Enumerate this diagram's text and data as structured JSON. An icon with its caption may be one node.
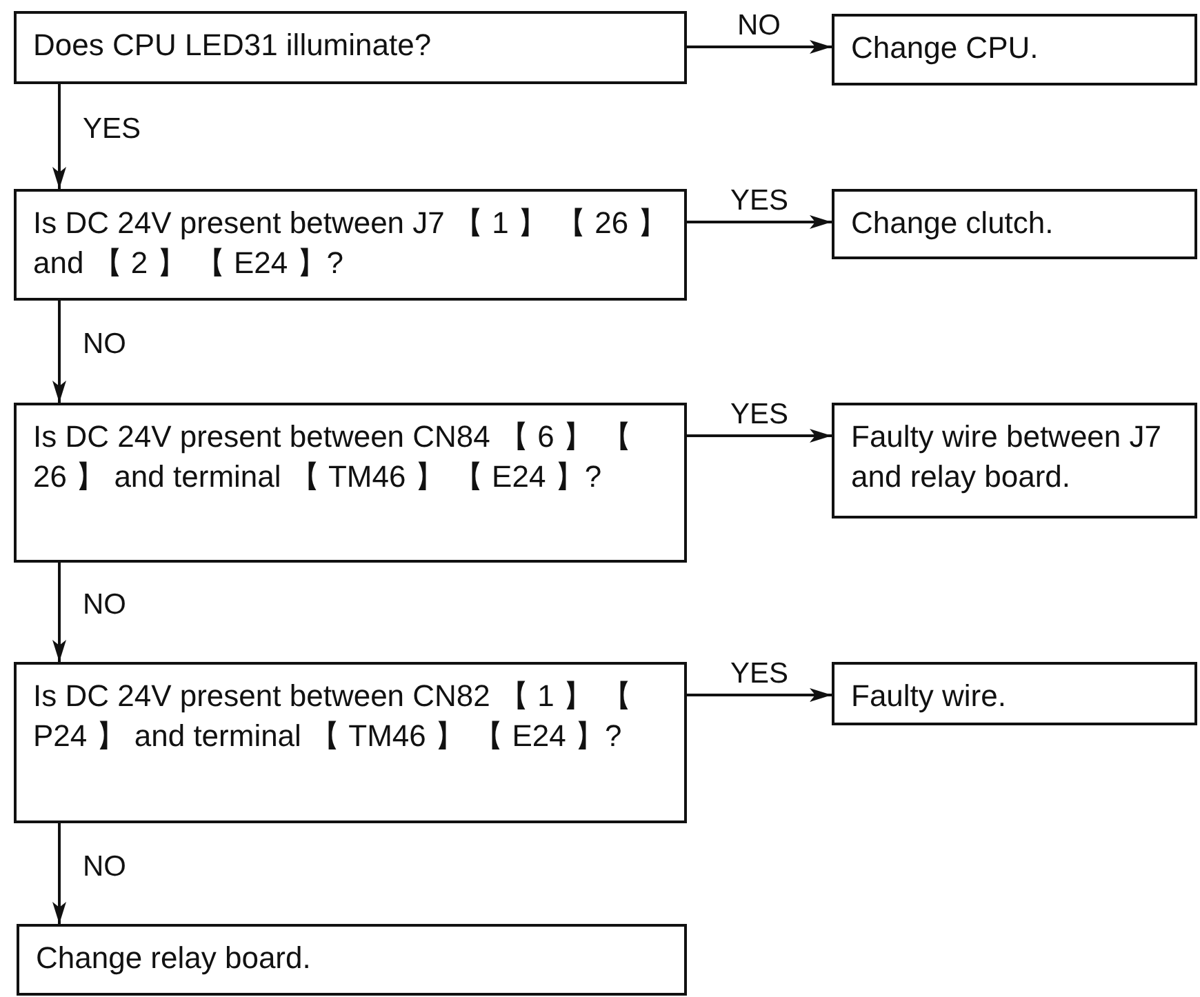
{
  "diagram": {
    "nodes": [
      {
        "text": [
          "Does CPU LED31 illuminate?"
        ]
      },
      {
        "text": [
          "Change CPU."
        ]
      },
      {
        "text": [
          "Is DC 24V present between J7 【 1 】 【 26 】 and 【 2 】 【 E24 】?"
        ]
      },
      {
        "text": [
          "Change clutch."
        ]
      },
      {
        "text": [
          "Is DC 24V present between CN84 【 6 】 【 26 】 and terminal 【 TM46 】 【 E24 】?"
        ]
      },
      {
        "text": [
          "Faulty wire between J7 and relay board."
        ]
      },
      {
        "text": [
          "Is DC 24V present between CN82 【 1 】 【 P24 】 and terminal 【 TM46 】 【 E24 】?"
        ]
      },
      {
        "text": [
          "Faulty wire."
        ]
      },
      {
        "text": [
          "Change relay board."
        ]
      }
    ],
    "edges": [
      {
        "from": 0,
        "to": 1,
        "arrow": "to",
        "label": "NO"
      },
      {
        "from": 0,
        "to": 2,
        "arrow": "to",
        "label": "YES"
      },
      {
        "from": 2,
        "to": 3,
        "arrow": "to",
        "label": "YES"
      },
      {
        "from": 2,
        "to": 4,
        "arrow": "to",
        "label": "NO"
      },
      {
        "from": 4,
        "to": 5,
        "arrow": "to",
        "label": "YES"
      },
      {
        "from": 4,
        "to": 6,
        "arrow": "to",
        "label": "NO"
      },
      {
        "from": 6,
        "to": 7,
        "arrow": "to",
        "label": "YES"
      },
      {
        "from": 6,
        "to": 8,
        "arrow": "to",
        "label": "NO"
      }
    ]
  }
}
